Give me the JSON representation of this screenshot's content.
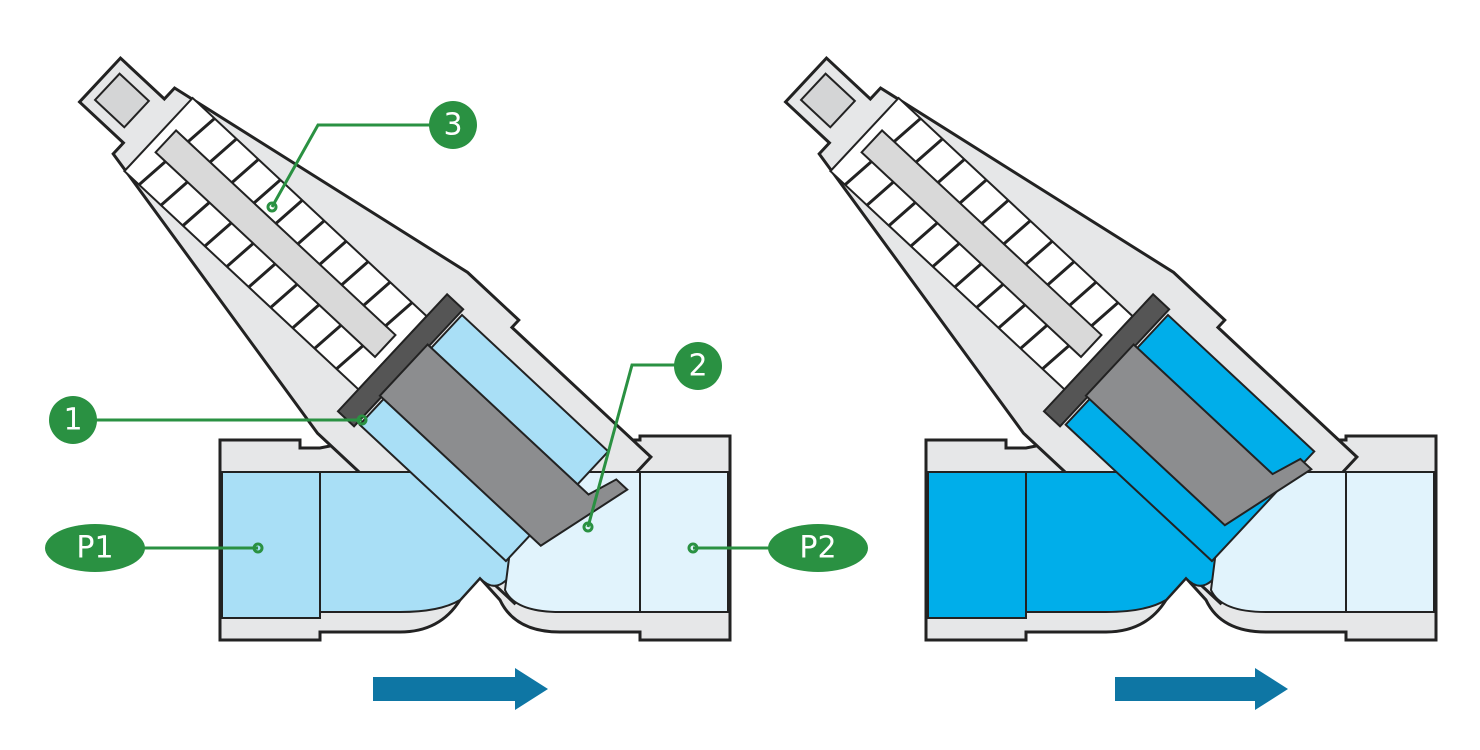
{
  "colors": {
    "label_green": "#2a9142",
    "flow_arrow": "#0e76a4",
    "body_grey": "#e6e7e8",
    "stem_grey": "#8c8d8f",
    "inlet_light": "#a9dff6",
    "outlet_light": "#e1f3fc",
    "inlet_bright": "#00aeea"
  },
  "callouts": {
    "item_1": "1",
    "item_2": "2",
    "item_3": "3",
    "inlet_pressure": "P1",
    "outlet_pressure": "P2"
  },
  "views": [
    {
      "name": "closed-state",
      "flow": "left-to-right"
    },
    {
      "name": "open-state",
      "flow": "left-to-right"
    }
  ]
}
